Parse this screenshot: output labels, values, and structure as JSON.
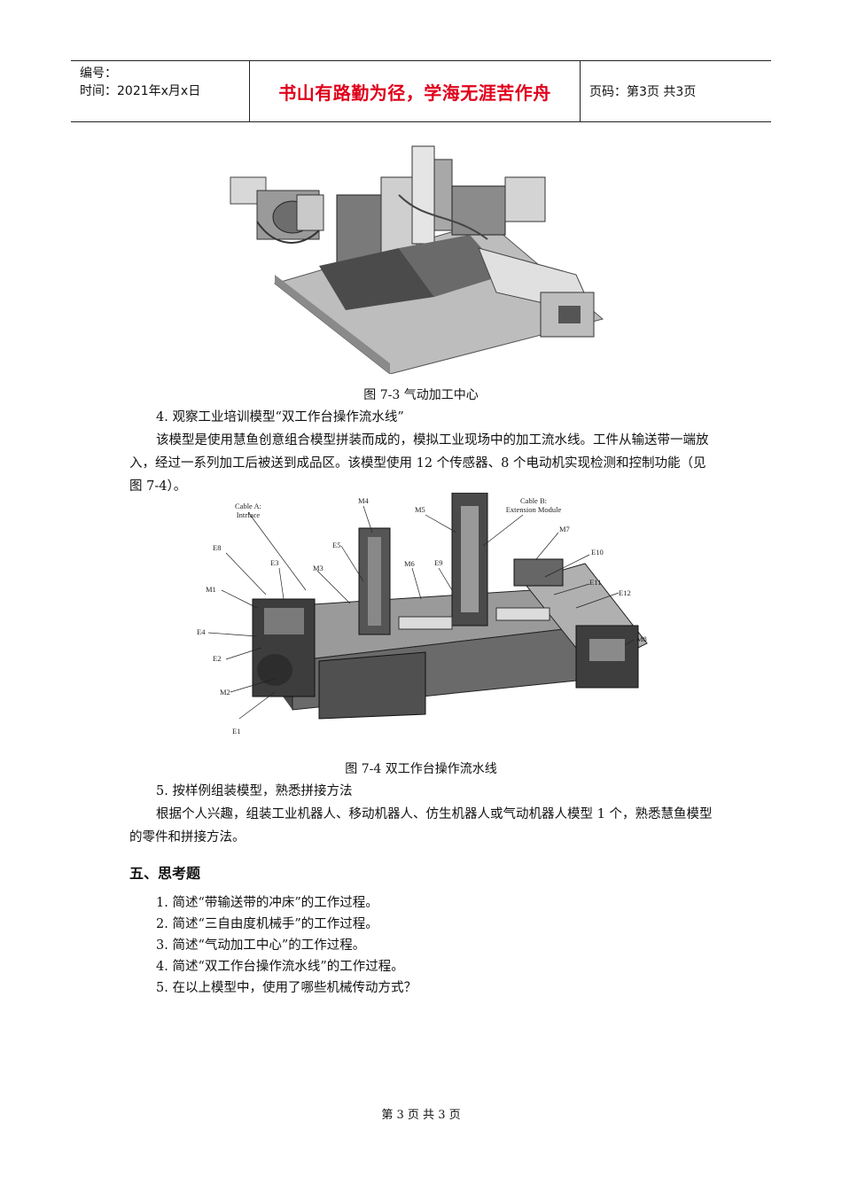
{
  "header": {
    "number_label": "编号：",
    "time_label": "时间：2021年x月x日",
    "motto": "书山有路勤为径，学海无涯苦作舟",
    "page_label": "页码：第3页  共3页"
  },
  "figure1": {
    "caption": "图 7-3 气动加工中心"
  },
  "section4": {
    "title": "4. 观察工业培训模型“双工作台操作流水线”",
    "body": "该模型是使用慧鱼创意组合模型拼装而成的，模拟工业现场中的加工流水线。工件从输送带一端放入，经过一系列加工后被送到成品区。该模型使用 12 个传感器、8 个电动机实现检测和控制功能（见图 7-4）。"
  },
  "figure2": {
    "caption": "图 7-4 双工作台操作流水线",
    "labels": {
      "cable_a_1": "Cable A:",
      "cable_a_2": "Intrface",
      "cable_b_1": "Cable B:",
      "cable_b_2": "Extension Module",
      "m1": "M1",
      "m2": "M2",
      "m3": "M3",
      "m4": "M4",
      "m5": "M5",
      "m6": "M6",
      "m7": "M7",
      "m8": "M8",
      "e1": "E1",
      "e2": "E2",
      "e3": "E3",
      "e4": "E4",
      "e5": "E5",
      "e8": "E8",
      "e9": "E9",
      "e10": "E10",
      "e11": "E11",
      "e12": "E12"
    }
  },
  "section5": {
    "title": "5. 按样例组装模型，熟悉拼接方法",
    "body": "根据个人兴趣，组装工业机器人、移动机器人、仿生机器人或气动机器人模型 1 个，熟悉慧鱼模型的零件和拼接方法。"
  },
  "questions": {
    "heading": "五、思考题",
    "items": [
      "1. 简述“带输送带的冲床”的工作过程。",
      "2. 简述“三自由度机械手”的工作过程。",
      "3. 简述“气动加工中心”的工作过程。",
      "4. 简述“双工作台操作流水线”的工作过程。",
      "5. 在以上模型中，使用了哪些机械传动方式？"
    ]
  },
  "footer": {
    "text": "第 3 页 共 3 页"
  },
  "colors": {
    "motto": "#e0001b",
    "rule": "#222222"
  }
}
